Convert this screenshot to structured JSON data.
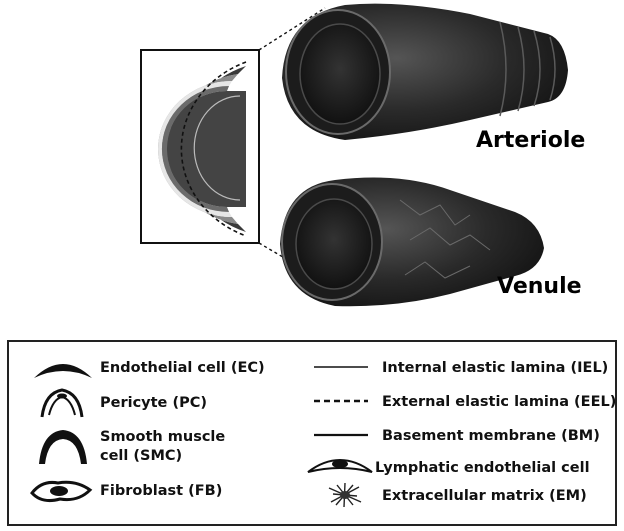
{
  "figure": {
    "labels": {
      "arteriole": "Arteriole",
      "venule": "Venule"
    },
    "colors": {
      "vessel": "#2b2b2b",
      "ring_light": "#cfcfcf",
      "legend_border": "#222222"
    }
  },
  "legend": {
    "left_items": [
      {
        "label": "Endothelial cell (EC)",
        "icon": "endothelial-cell-icon"
      },
      {
        "label": "Pericyte (PC)",
        "icon": "pericyte-icon"
      },
      {
        "label": "Smooth muscle",
        "label2": "cell (SMC)",
        "icon": "smooth-muscle-cell-icon"
      },
      {
        "label": "Fibroblast (FB)",
        "icon": "fibroblast-icon"
      }
    ],
    "right_items": [
      {
        "label": "Internal elastic lamina (IEL)",
        "icon": "solid-thin-line-icon"
      },
      {
        "label": "External elastic lamina (EEL)",
        "icon": "dashed-line-icon"
      },
      {
        "label": "Basement membrane (BM)",
        "icon": "solid-line-icon"
      },
      {
        "label": "Lymphatic endothelial cell",
        "icon": "lymphatic-endothelial-cell-icon"
      },
      {
        "label": "Extracellular matrix (EM)",
        "icon": "extracellular-matrix-icon"
      }
    ]
  }
}
